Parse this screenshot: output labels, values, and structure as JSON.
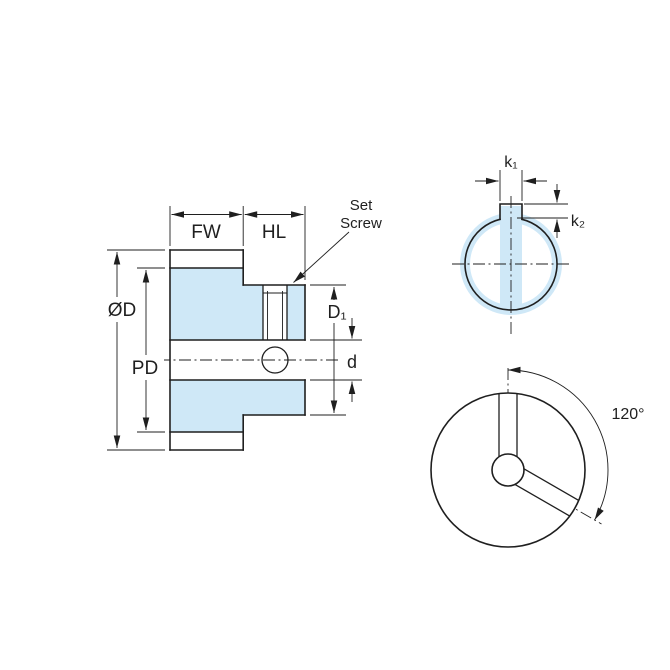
{
  "drawing": {
    "colors": {
      "line": "#1f1f1f",
      "highlight": "#cfe8f7",
      "background": "#ffffff"
    },
    "side_view": {
      "dim_fw": "FW",
      "dim_hl": "HL",
      "set_screw_line1": "Set",
      "set_screw_line2": "Screw",
      "dim_od": "ØD",
      "dim_pd": "PD",
      "dim_d1": "D₁",
      "dim_d": "d"
    },
    "keyway_view": {
      "dim_k1": "k₁",
      "dim_k2": "k₂"
    },
    "front_view": {
      "angle": "120°"
    }
  }
}
